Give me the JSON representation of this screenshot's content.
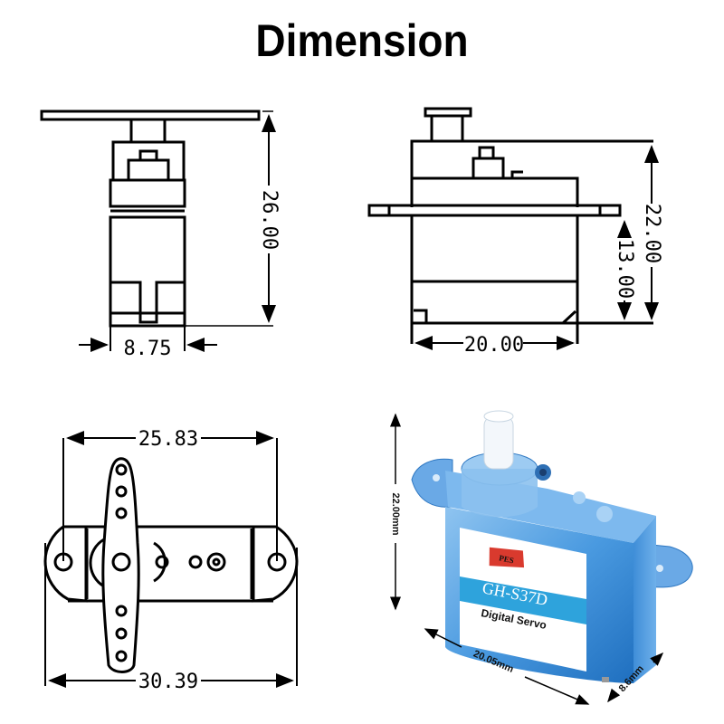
{
  "title": "Dimension",
  "views": {
    "side_view": {
      "width_label": "8.75",
      "height_label": "26.00"
    },
    "front_view": {
      "width_label": "20.00",
      "height_label": "22.00",
      "flange_height_label": "13.00"
    },
    "top_view": {
      "hole_spacing_label": "25.83",
      "overall_length_label": "30.39"
    },
    "photo": {
      "height_label": "22.00mm",
      "length_label": "20.05mm",
      "depth_label": "8.6mm",
      "brand": "PES",
      "model": "GH-S37D",
      "type": "Digital Servo"
    }
  },
  "colors": {
    "body_blue": "#3d8fd6",
    "label_stripe": "#2ea3dc",
    "logo_red": "#d93a2e"
  }
}
